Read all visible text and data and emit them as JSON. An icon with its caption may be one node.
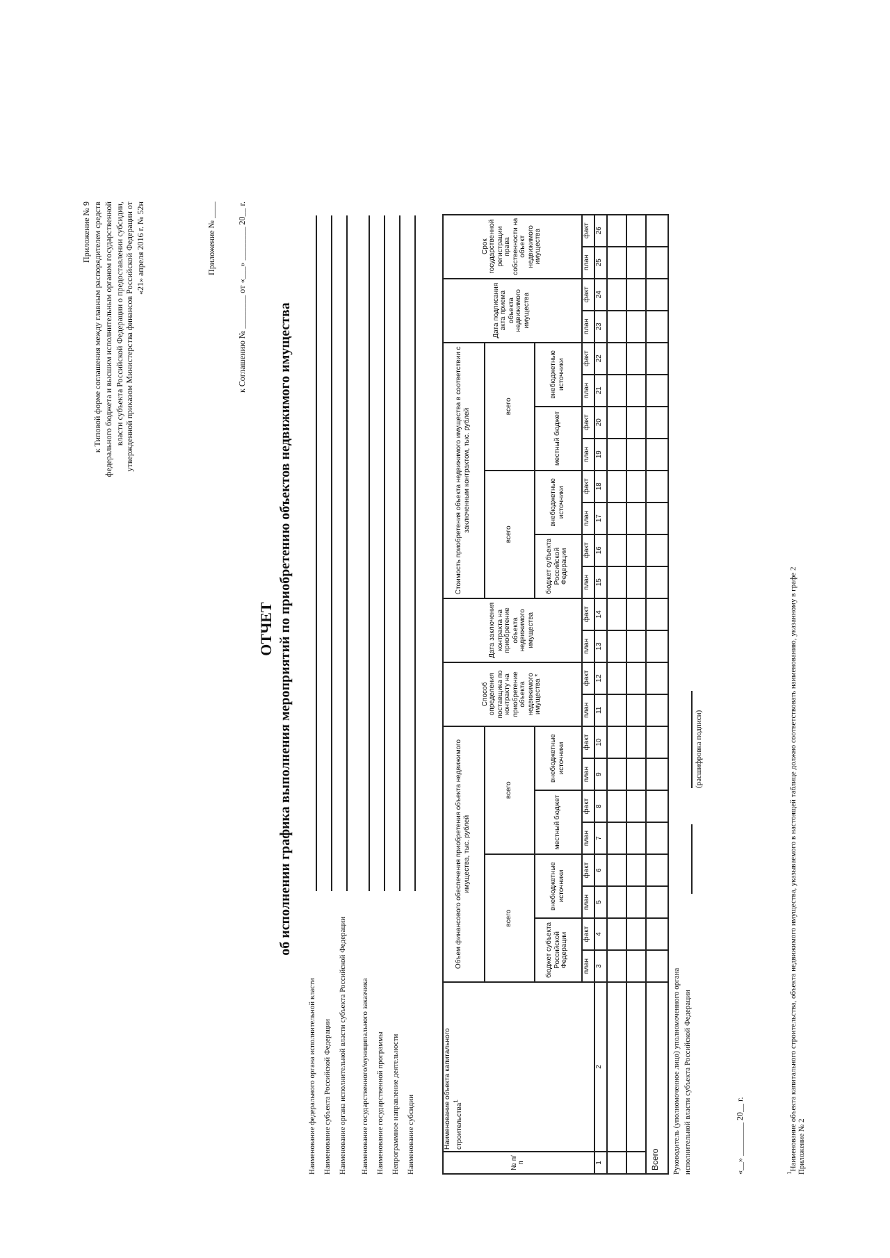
{
  "diagram": {
    "title": "ОТЧЕТ",
    "labels": [
      "Приложение № 9",
      "к Типовой форме соглашения между главным распорядителем средств федерального бюджета и высшим исполнительным органом государственной власти субъекта Российской Федерации о предоставлении субсидии, утвержденной приказом Министерства финансов Российской Федерации от «21» апреля 2016 г. № 52н",
      "Приложение № ____",
      "к Соглашению № ________ от «___» ________ 20__ г.",
      "об исполнении графика выполнения мероприятий по приобретению объектов недвижимого имущества",
      "Наименование федерального органа исполнительной власти",
      "Наименование субъекта Российской Федерации",
      "Наименование органа исполнительной власти субъекта Российской Федерации",
      "Наименование государственного/муниципального заказчика",
      "Наименование государственной программы",
      "Непрограммное направление деятельности",
      "Наименование субсидии",
      "№ п/п",
      "Наименование объекта капитального строительства$^{1}$",
      "Объем финансового обеспечения приобретения объекта недвижимого имущества, тыс. рублей",
      "Способ определения поставщика по контракту на приобретение объекта недвижимого имущества *",
      "Дата заключения контракта на приобретение объекта недвижимого имущества",
      "Стоимость приобретения объекта недвижимого имущества в соответствии с заключенным контрактом, тыс. рублей",
      "Дата подписания акта приема объекта недвижимого имущества",
      "Срок государственной регистрации права собственности на объект недвижимого имущества",
      "всего",
      "всего",
      "всего",
      "всего",
      "бюджет субъекта Российской Федерации",
      "внебюджетные источники",
      "местный бюджет",
      "внебюджетные источники",
      "бюджет субъекта Российской Федерации",
      "внебюджетные источники",
      "местный бюджет",
      "внебюджетные источники",
      "план",
      "факт",
      "план",
      "факт",
      "план",
      "факт",
      "план",
      "факт",
      "план",
      "факт",
      "план",
      "факт",
      "план",
      "факт",
      "план",
      "факт",
      "план",
      "факт",
      "план",
      "факт",
      "план",
      "факт",
      "план",
      "факт",
      "1",
      "2",
      "3",
      "4",
      "5",
      "6",
      "7",
      "8",
      "9",
      "10",
      "11",
      "12",
      "13",
      "14",
      "15",
      "16",
      "17",
      "18",
      "19",
      "20",
      "21",
      "22",
      "23",
      "24",
      "25",
      "26",
      "Всего",
      "Руководитель (уполномоченное лицо) уполномоченного органа исполнительной власти субъекта Российской Федерации",
      "(расшифровка подписи)",
      "«__» ________ 20__ г.",
      "$^{1}$Наименование объекта капитального строительства, объекта недвижимого имущества, указываемого в настоящей таблице должно соответствовать наименованию, указанному в графе 2",
      "Приложение № 2"
    ]
  }
}
